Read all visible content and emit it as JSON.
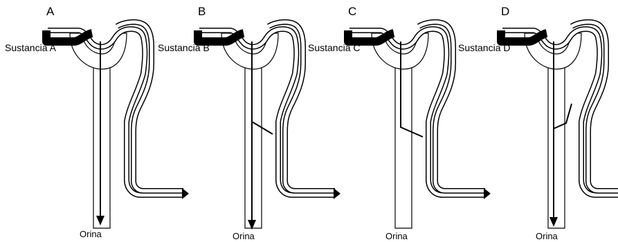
{
  "panels": [
    {
      "id": "A",
      "letter": "A",
      "substance": "Sustancia A",
      "urine": "Orina",
      "outcome": "filtered-only"
    },
    {
      "id": "B",
      "letter": "B",
      "substance": "Sustancia B",
      "urine": "Orina",
      "outcome": "filtered-partially-reabsorbed"
    },
    {
      "id": "C",
      "letter": "C",
      "substance": "Sustancia C",
      "urine": "Orina",
      "outcome": "filtered-fully-reabsorbed"
    },
    {
      "id": "D",
      "letter": "D",
      "substance": "Sustancia D",
      "urine": "Orina",
      "outcome": "filtered-and-secreted"
    }
  ],
  "colors": {
    "ink": "#000000",
    "paper": "#ffffff"
  }
}
